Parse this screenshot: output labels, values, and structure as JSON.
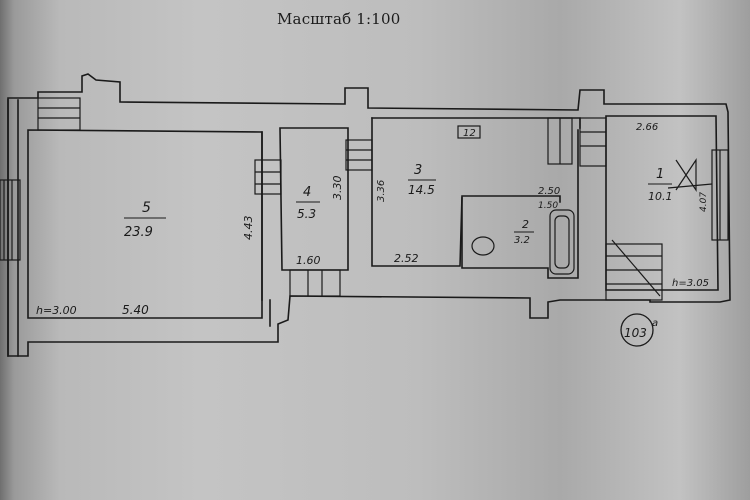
{
  "header": {
    "scale_label": "Масштаб 1:100"
  },
  "rooms": [
    {
      "number": "5",
      "area": "23.9"
    },
    {
      "number": "4",
      "area": "5.3"
    },
    {
      "number": "3",
      "area": "14.5"
    },
    {
      "number": "2",
      "area": "3.2"
    },
    {
      "number": "1",
      "area": "10.1"
    }
  ],
  "dimensions": {
    "room5_width": "5.40",
    "room5_height": "4.43",
    "ceiling_height_left": "h=3.00",
    "room4_height": "3.30",
    "room4_width": "1.60",
    "room3_height": "3.36",
    "room3_width": "2.52",
    "bath_width_top": "2.50",
    "bath_width_inner": "1.50",
    "room1_width": "2.66",
    "room1_height": "4.07",
    "ceiling_height_right": "h=3.05"
  },
  "markers": {
    "mark_box": "12",
    "apartment_number": "103",
    "apartment_suffix": "а"
  }
}
